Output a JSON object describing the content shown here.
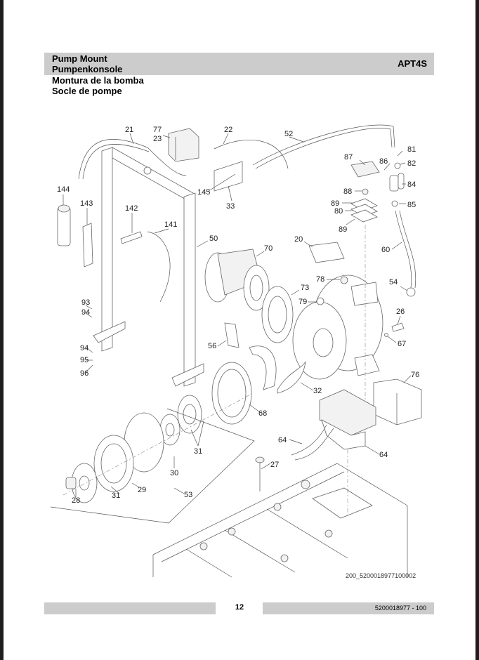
{
  "header": {
    "titles": [
      "Pump Mount",
      "Pumpenkonsole",
      "Montura de la bomba",
      "Socle de pompe"
    ],
    "model": "APT4S"
  },
  "figure": {
    "id": "200_5200018977100002",
    "callouts": [
      {
        "label": "21"
      },
      {
        "label": "77"
      },
      {
        "label": "23"
      },
      {
        "label": "22"
      },
      {
        "label": "52"
      },
      {
        "label": "81"
      },
      {
        "label": "87"
      },
      {
        "label": "86"
      },
      {
        "label": "82"
      },
      {
        "label": "84"
      },
      {
        "label": "144"
      },
      {
        "label": "145"
      },
      {
        "label": "33"
      },
      {
        "label": "88"
      },
      {
        "label": "89"
      },
      {
        "label": "80"
      },
      {
        "label": "85"
      },
      {
        "label": "89"
      },
      {
        "label": "143"
      },
      {
        "label": "142"
      },
      {
        "label": "141"
      },
      {
        "label": "50"
      },
      {
        "label": "70"
      },
      {
        "label": "20"
      },
      {
        "label": "60"
      },
      {
        "label": "78"
      },
      {
        "label": "73"
      },
      {
        "label": "54"
      },
      {
        "label": "93"
      },
      {
        "label": "94"
      },
      {
        "label": "79"
      },
      {
        "label": "26"
      },
      {
        "label": "56"
      },
      {
        "label": "67"
      },
      {
        "label": "94"
      },
      {
        "label": "95"
      },
      {
        "label": "96"
      },
      {
        "label": "32"
      },
      {
        "label": "76"
      },
      {
        "label": "68"
      },
      {
        "label": "31"
      },
      {
        "label": "64"
      },
      {
        "label": "64"
      },
      {
        "label": "27"
      },
      {
        "label": "30"
      },
      {
        "label": "29"
      },
      {
        "label": "31"
      },
      {
        "label": "53"
      },
      {
        "label": "28"
      }
    ]
  },
  "footer": {
    "page_number": "12",
    "document_number": "5200018977 - 100"
  }
}
